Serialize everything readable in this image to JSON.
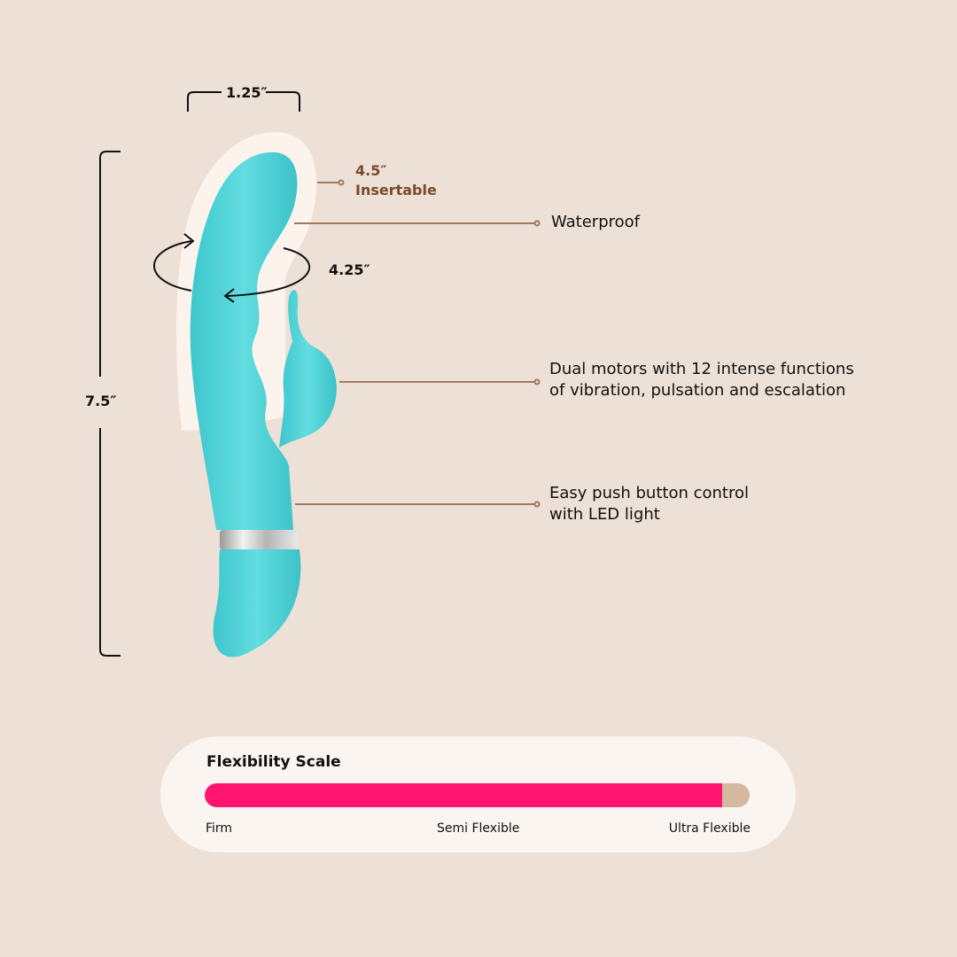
{
  "dimensions": {
    "width": "1.25″",
    "length": "7.5″",
    "circumference": "4.25″",
    "insertable_value": "4.5″",
    "insertable_label": "Insertable"
  },
  "features": [
    {
      "lines": [
        "Waterproof"
      ]
    },
    {
      "lines": [
        "Dual motors with 12 intense functions",
        "of vibration, pulsation and escalation"
      ]
    },
    {
      "lines": [
        "Easy push button control",
        "with LED light"
      ]
    }
  ],
  "flexibility": {
    "title": "Flexibility Scale",
    "value_fraction": 0.95,
    "labels": [
      "Firm",
      "Semi Flexible",
      "Ultra Flexible"
    ]
  },
  "colors": {
    "background": "#ede0d6",
    "product": "#4fd3d8",
    "callout": "#a07a5f",
    "fill": "#ff1470",
    "track": "#d4b8a0"
  }
}
